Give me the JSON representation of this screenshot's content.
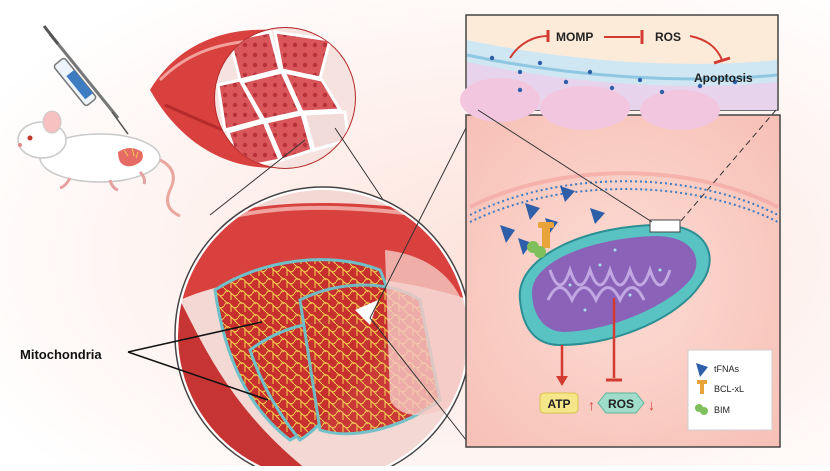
{
  "labels": {
    "momp": "MOMP",
    "ros_top": "ROS",
    "apoptosis": "Apoptosis",
    "mitochondria": "Mitochondria",
    "atp": "ATP",
    "ros_bottom": "ROS"
  },
  "legend": {
    "tfnas": "tFNAs",
    "bclxl": "BCL-xL",
    "bim": "BIM"
  },
  "colors": {
    "muscle_red": "#d9413f",
    "muscle_dark": "#b52a2b",
    "tissue_pink": "#f3a6a3",
    "membrane_blue": "#6fb4d6",
    "mito_purple": "#8a63b8",
    "mito_teal": "#59c3c3",
    "triangle_blue": "#2f5fa8",
    "bclxl_orange": "#e8a33a",
    "bim_green": "#7fbf5c",
    "inhibit_red": "#d23a32",
    "panel_bg": "#fbd7cf"
  }
}
